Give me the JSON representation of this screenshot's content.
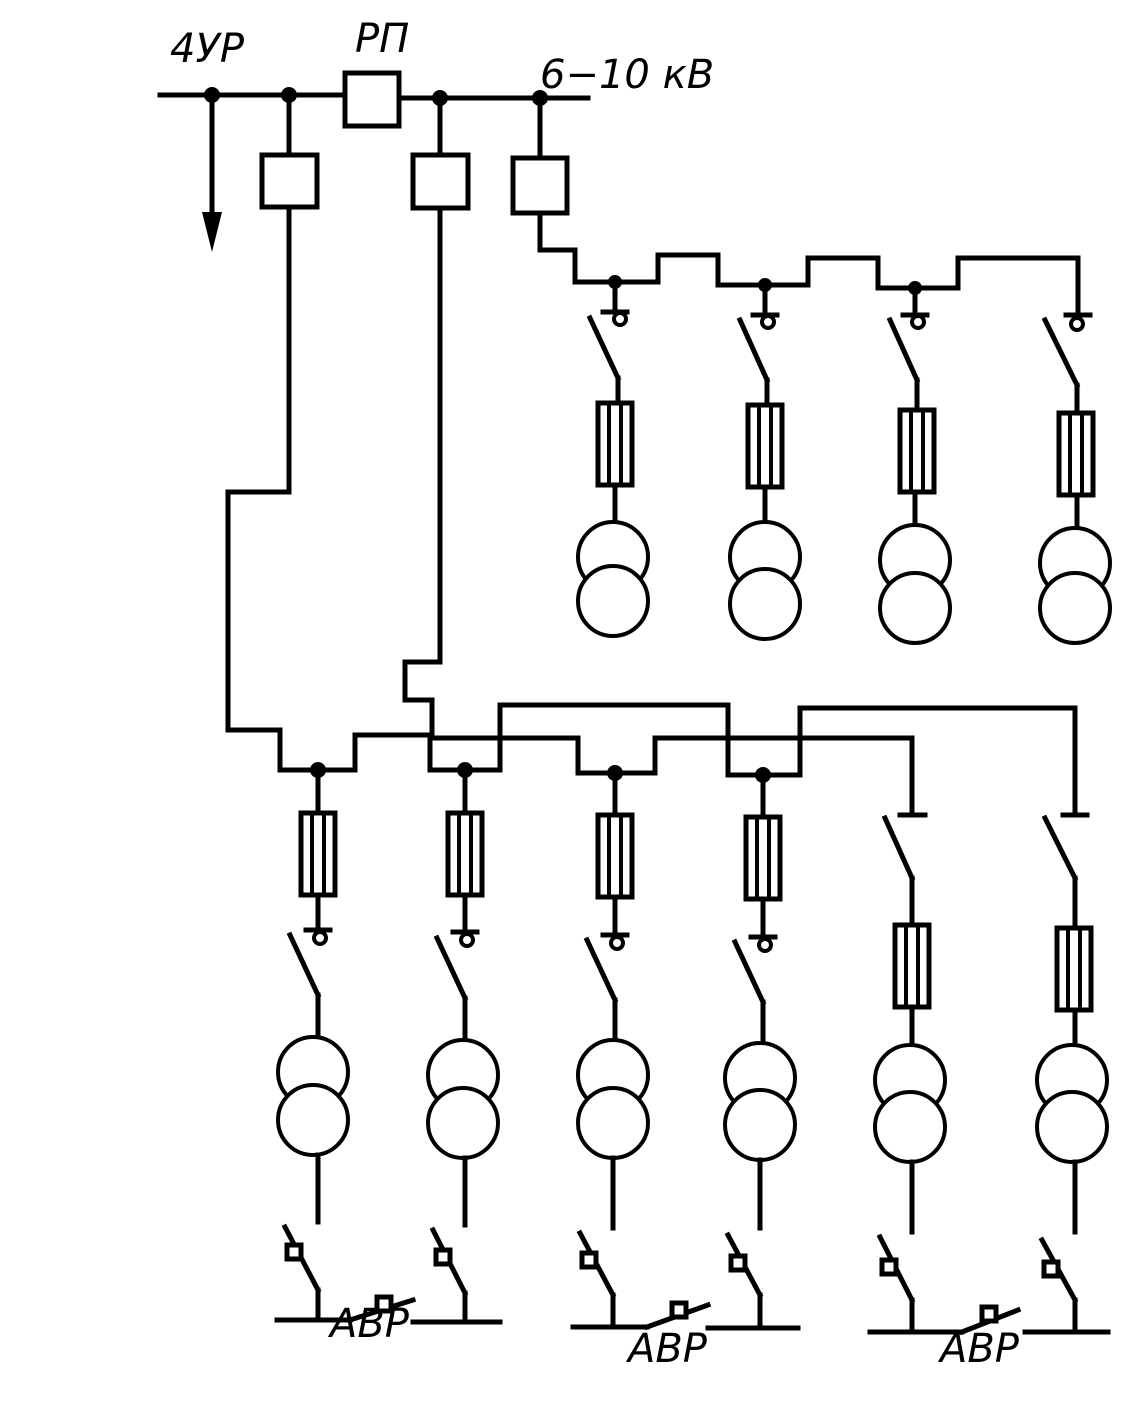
{
  "labels": {
    "source": "4УР",
    "switchgear": "РП",
    "voltage": "6−10 кВ",
    "avr": [
      "АВР",
      "АВР",
      "АВР"
    ]
  }
}
